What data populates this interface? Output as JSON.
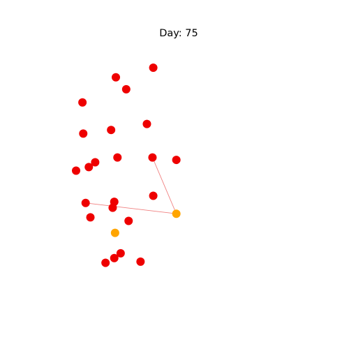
{
  "chart_data": {
    "type": "scatter",
    "title": "Day: 75",
    "xlabel": "",
    "ylabel": "",
    "axes_visible": false,
    "grid": false,
    "xlim": [
      0,
      100
    ],
    "ylim": [
      0,
      100
    ],
    "colors": {
      "infected": "#ee0000",
      "highlight": "#ffa500",
      "link": "#f08080"
    },
    "points": [
      {
        "x": 48.5,
        "y": 93.0,
        "status": "infected"
      },
      {
        "x": 25.0,
        "y": 89.0,
        "status": "infected"
      },
      {
        "x": 31.5,
        "y": 84.0,
        "status": "infected"
      },
      {
        "x": 4.0,
        "y": 78.5,
        "status": "infected"
      },
      {
        "x": 44.5,
        "y": 69.5,
        "status": "infected"
      },
      {
        "x": 22.0,
        "y": 67.0,
        "status": "infected"
      },
      {
        "x": 4.5,
        "y": 65.5,
        "status": "infected"
      },
      {
        "x": 26.0,
        "y": 55.5,
        "status": "infected"
      },
      {
        "x": 12.0,
        "y": 53.5,
        "status": "infected"
      },
      {
        "x": 48.0,
        "y": 55.5,
        "status": "infected"
      },
      {
        "x": 63.0,
        "y": 54.5,
        "status": "infected"
      },
      {
        "x": 0.0,
        "y": 50.0,
        "status": "infected"
      },
      {
        "x": 8.0,
        "y": 51.5,
        "status": "infected"
      },
      {
        "x": 48.5,
        "y": 39.5,
        "status": "infected"
      },
      {
        "x": 6.0,
        "y": 36.5,
        "status": "infected"
      },
      {
        "x": 23.0,
        "y": 34.5,
        "status": "infected"
      },
      {
        "x": 24.0,
        "y": 37.0,
        "status": "infected"
      },
      {
        "x": 9.0,
        "y": 30.5,
        "status": "infected"
      },
      {
        "x": 33.0,
        "y": 29.0,
        "status": "infected"
      },
      {
        "x": 28.0,
        "y": 15.5,
        "status": "infected"
      },
      {
        "x": 24.0,
        "y": 13.5,
        "status": "infected"
      },
      {
        "x": 18.5,
        "y": 11.5,
        "status": "infected"
      },
      {
        "x": 40.5,
        "y": 12.0,
        "status": "infected"
      },
      {
        "x": 24.5,
        "y": 24.0,
        "status": "highlight"
      },
      {
        "x": 63.0,
        "y": 32.0,
        "status": "highlight"
      }
    ],
    "links": [
      {
        "from": [
          48.0,
          55.5
        ],
        "to": [
          63.0,
          32.0
        ]
      },
      {
        "from": [
          6.0,
          36.5
        ],
        "to": [
          63.0,
          32.0
        ]
      }
    ]
  }
}
